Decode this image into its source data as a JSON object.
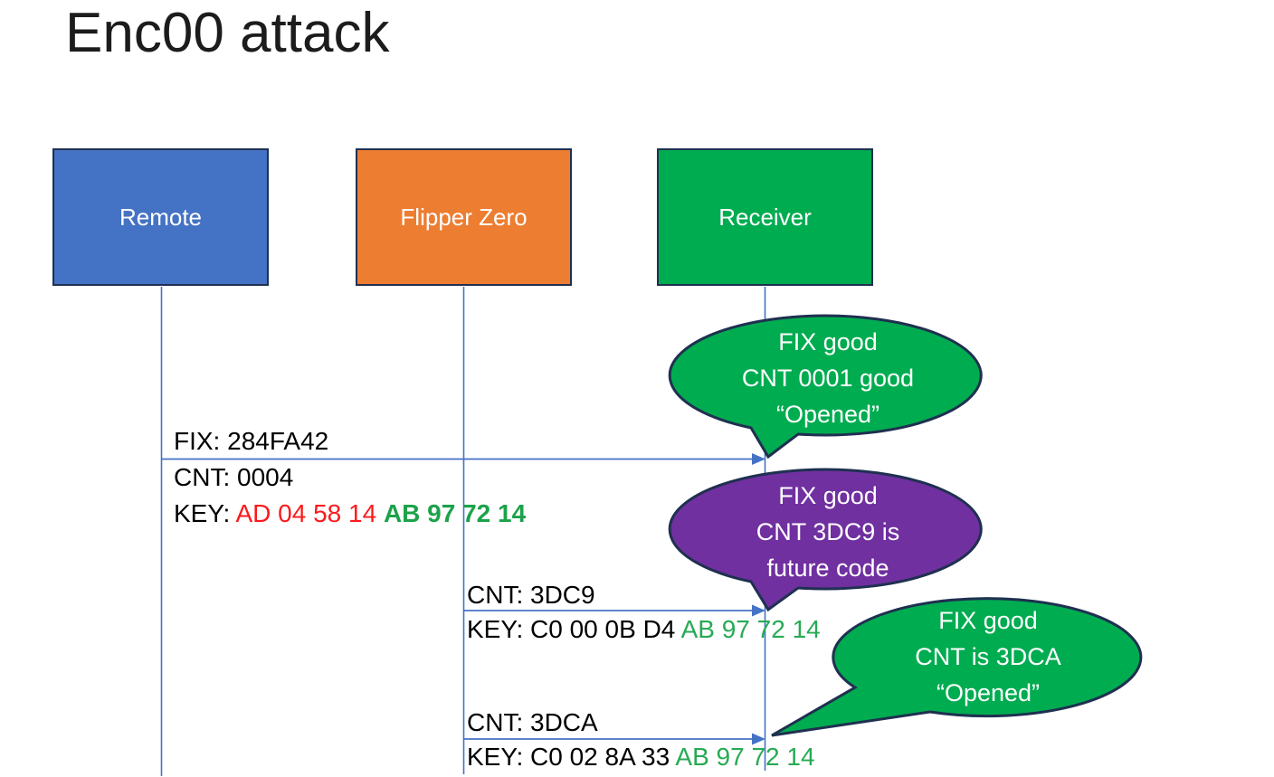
{
  "title": "Enc00 attack",
  "actors": [
    {
      "label": "Remote",
      "color": "#4472C4"
    },
    {
      "label": "Flipper Zero",
      "color": "#ED7D31"
    },
    {
      "label": "Receiver",
      "color": "#00AC50"
    }
  ],
  "messages": [
    {
      "from": "Remote",
      "to": "Receiver",
      "fix": "FIX: 284FA42",
      "cnt": "CNT: 0004",
      "key_prefix": "KEY: ",
      "key_red": "AD 04 58 14 ",
      "key_green": "AB 97 72 14"
    },
    {
      "from": "Flipper Zero",
      "to": "Receiver",
      "cnt": "CNT: 3DC9",
      "key_prefix": "KEY: C0 00 0B D4 ",
      "key_green": "AB 97 72 14"
    },
    {
      "from": "Flipper Zero",
      "to": "Receiver",
      "cnt": "CNT: 3DCA",
      "key_prefix": "KEY: C0 02 8A 33 ",
      "key_green": "AB 97 72 14"
    }
  ],
  "bubbles": [
    {
      "color": "#00AC50",
      "lines": [
        "FIX good",
        "CNT 0001 good",
        "“Opened”"
      ]
    },
    {
      "color": "#7030A0",
      "lines": [
        "FIX good",
        "CNT 3DC9 is",
        "future code"
      ]
    },
    {
      "color": "#00AC50",
      "lines": [
        "FIX good",
        "CNT is 3DCA",
        "“Opened”"
      ]
    }
  ],
  "colors": {
    "actor_blue": "#4472C4",
    "actor_orange": "#ED7D31",
    "green": "#00AC50",
    "purple": "#7030A0",
    "outline_navy": "#1F3050",
    "connector_blue": "#4472C4",
    "key_red": "#FB1A1C",
    "key_green_bold": "#1CA24A",
    "key_green": "#27AA54"
  }
}
